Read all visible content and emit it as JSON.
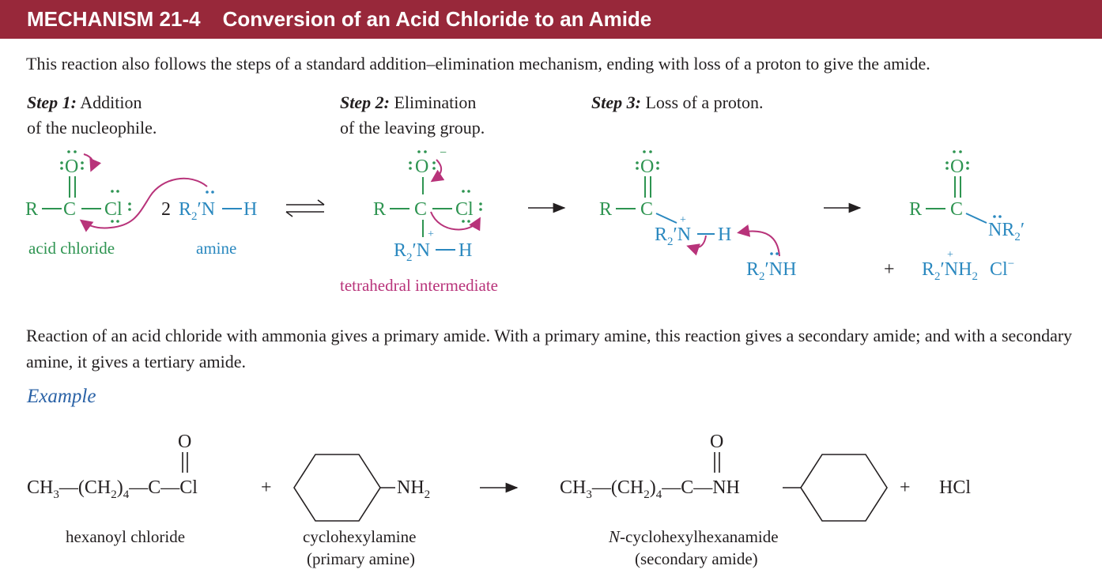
{
  "header": {
    "number": "MECHANISM 21-4",
    "title": "Conversion of an Acid Chloride to an Amide",
    "background": "#98283a"
  },
  "intro": "This reaction also follows the steps of a standard addition–elimination mechanism, ending with loss of a proton to give the amide.",
  "steps": [
    {
      "label": "Step 1:",
      "text_line1": "Addition",
      "text_line2": "of the nucleophile."
    },
    {
      "label": "Step 2:",
      "text_line1": "Elimination",
      "text_line2": "of the leaving group."
    },
    {
      "label": "Step 3:",
      "text_line1": "Loss of a proton.",
      "text_line2": ""
    }
  ],
  "mechanism": {
    "R": "R",
    "C": "C",
    "O": "O",
    "Cl": "Cl",
    "coefficient": "2",
    "amine_R": "R",
    "amine_N": "N",
    "H": "H",
    "prime": "′",
    "sub2": "2",
    "charge_plus": "+",
    "charge_minus": "−",
    "plus": "+",
    "acid_chloride_label": "acid chloride",
    "amine_label": "amine",
    "intermediate_label": "tetrahedral intermediate",
    "free_amine": "R′₂NH",
    "amide_N": "NR′₂",
    "ammonium": "R′₂NH₂",
    "chloride": "Cl⁻",
    "colors": {
      "green": "#2e9451",
      "blue": "#2a88bf",
      "magenta": "#b8337a"
    }
  },
  "body_text": "Reaction of an acid chloride with ammonia gives a primary amide. With a primary amine, this reaction gives a secondary amide; and with a secondary amine, it gives a tertiary amide.",
  "example": {
    "heading": "Example",
    "oxygen": "O",
    "reactant1_ch3": "CH",
    "reactant1_chain": "(CH",
    "reactant1_C": "C",
    "reactant1_Cl": "Cl",
    "plus": "+",
    "reactant2_nh2": "NH",
    "product_nh": "NH",
    "byproduct": "HCl",
    "label_reactant1": "hexanoyl chloride",
    "label_reactant2_line1": "cyclohexylamine",
    "label_reactant2_line2": "(primary amine)",
    "label_product_italic": "N",
    "label_product_rest": "-cyclohexylhexanamide",
    "label_product_line2": "(secondary amide)"
  }
}
